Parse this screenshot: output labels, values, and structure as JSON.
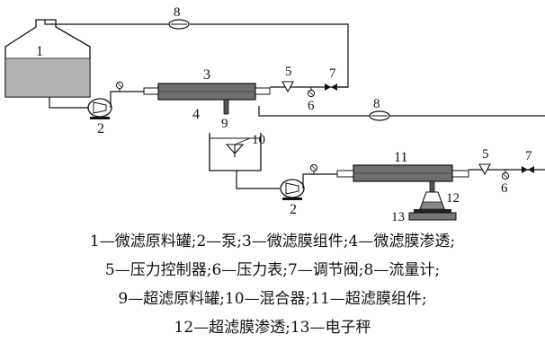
{
  "labels": {
    "l1": "1",
    "l2a": "2",
    "l2b": "2",
    "l3": "3",
    "l4": "4",
    "l5a": "5",
    "l5b": "5",
    "l6a": "6",
    "l6b": "6",
    "l7a": "7",
    "l7b": "7",
    "l8a": "8",
    "l8b": "8",
    "l9": "9",
    "l10": "10",
    "l11": "11",
    "l12": "12",
    "l13": "13"
  },
  "caption": {
    "line1": "1—微滤原料罐;2—泵;3—微滤膜组件;4—微滤膜渗透;",
    "line2": "5—压力控制器;6—压力表;7—调节阀;8—流量计;",
    "line3": "9—超滤原料罐;10—混合器;11—超滤膜组件;",
    "line4": "12—超滤膜渗透;13—电子秤"
  },
  "colors": {
    "line": "#111111",
    "liquid": "#b3b3b3",
    "module": "#6e6e6e",
    "gauge": "#ffffff"
  }
}
